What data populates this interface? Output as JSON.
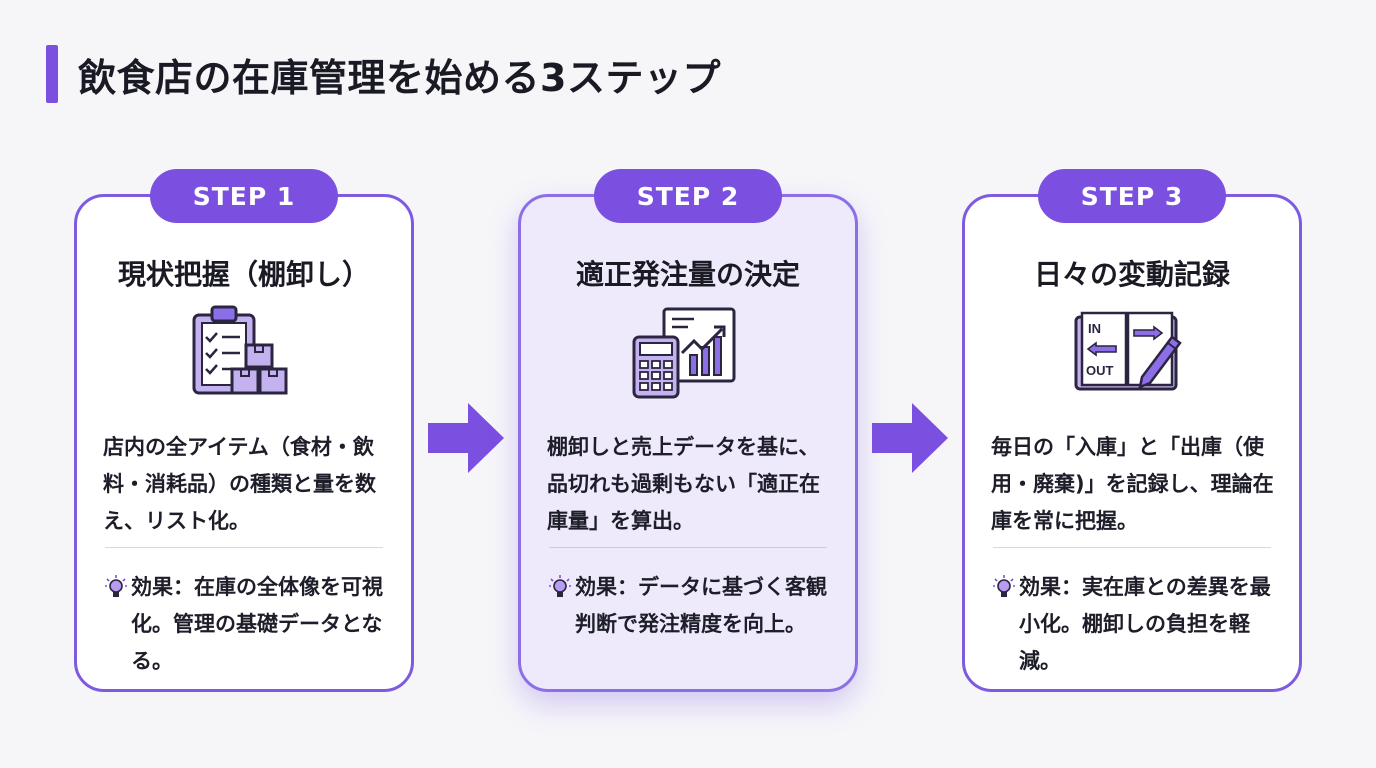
{
  "title": "飲食店の在庫管理を始める3ステップ",
  "colors": {
    "accent": "#7b4fe0",
    "icon_fill": "#c4b2f0",
    "icon_stroke": "#2b2540"
  },
  "steps": [
    {
      "label": "STEP 1",
      "heading": "現状把握（棚卸し）",
      "icon": "clipboard-boxes-icon",
      "description": "店内の全アイテム（食材・飲料・消耗品）の種類と量を数え、リスト化。",
      "effect": "効果：在庫の全体像を可視化。管理の基礎データとなる。"
    },
    {
      "label": "STEP 2",
      "heading": "適正発注量の決定",
      "icon": "calculator-chart-icon",
      "description": "棚卸しと売上データを基に、品切れも過剰もない「適正在庫量」を算出。",
      "effect": "効果：データに基づく客観判断で発注精度を向上。"
    },
    {
      "label": "STEP 3",
      "heading": "日々の変動記録",
      "icon": "in-out-notebook-icon",
      "icon_text": {
        "in": "IN",
        "out": "OUT"
      },
      "description": "毎日の「入庫」と「出庫（使用・廃棄)」を記録し、理論在庫を常に把握。",
      "effect": "効果：実在庫との差異を最小化。棚卸しの負担を軽減。"
    }
  ]
}
